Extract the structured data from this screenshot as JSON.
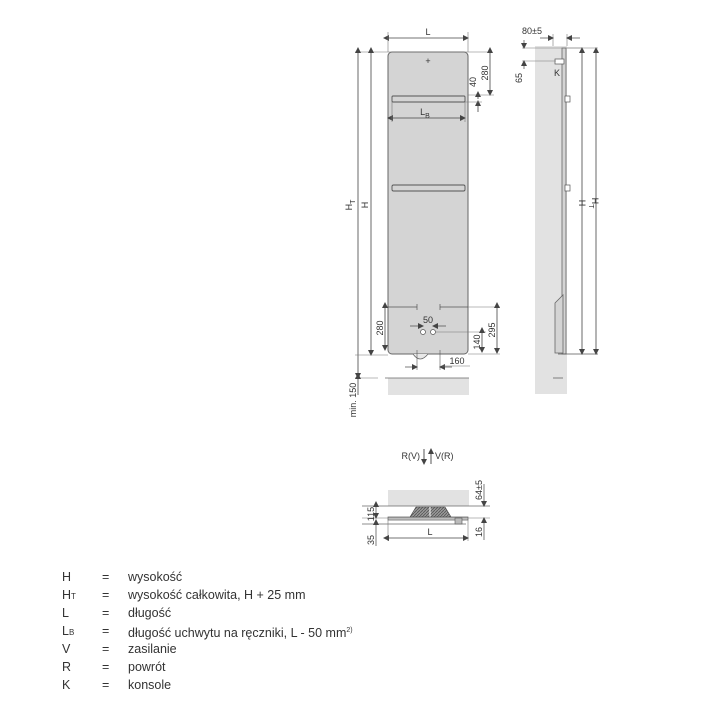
{
  "front_view": {
    "width_label": "L",
    "towel_bar_label": "L",
    "towel_bar_label_sub": "B",
    "total_height_label": "H",
    "total_height_label_sub": "T",
    "height_label": "H",
    "dim_top_280": "280",
    "dim_top_40": "40",
    "dim_bottom_280": "280",
    "dim_50": "50",
    "dim_140": "140",
    "dim_295": "295",
    "dim_160": "160",
    "dim_min150": "min. 150"
  },
  "side_view": {
    "dim_80": "80±5",
    "dim_65": "65",
    "console_label": "K",
    "height_label": "H",
    "total_height_label": "H",
    "total_height_label_sub": "T"
  },
  "connection": {
    "return_label": "R(V)",
    "supply_label": "V(R)"
  },
  "top_view": {
    "dim_64": "64±5",
    "dim_115": "115",
    "dim_35": "35",
    "dim_16": "16",
    "width_label": "L"
  },
  "legend": [
    {
      "symbol": "H",
      "sub": "",
      "eq": "=",
      "desc": "wysokość",
      "sup": ""
    },
    {
      "symbol": "H",
      "sub": "T",
      "eq": "=",
      "desc": "wysokość całkowita, H + 25 mm",
      "sup": ""
    },
    {
      "symbol": "L",
      "sub": "",
      "eq": "=",
      "desc": "długość",
      "sup": ""
    },
    {
      "symbol": "L",
      "sub": "B",
      "eq": "=",
      "desc": "długość uchwytu na ręczniki, L - 50 mm",
      "sup": "2)"
    },
    {
      "symbol": "V",
      "sub": "",
      "eq": "=",
      "desc": "zasilanie",
      "sup": ""
    },
    {
      "symbol": "R",
      "sub": "",
      "eq": "=",
      "desc": "powrót",
      "sup": ""
    },
    {
      "symbol": "K",
      "sub": "",
      "eq": "=",
      "desc": "konsole",
      "sup": ""
    }
  ],
  "colors": {
    "panel": "#d4d4d4",
    "wall": "#e2e2e2",
    "line": "#555555"
  }
}
